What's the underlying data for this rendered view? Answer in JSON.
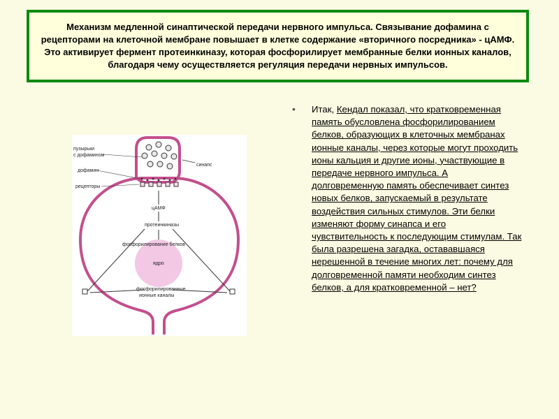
{
  "title": "Механизм медленной синаптической передачи нервного импульса. Связывание дофамина с рецепторами на клеточной мембране повышает в клетке содержание «вторичного посредника» - цАМФ. Это активирует фермент протеинкиназу, которая фосфорилирует мембранные белки ионных каналов, благодаря чему осуществляется регуляция передачи нервных импульсов.",
  "diagram": {
    "labels": {
      "vesicles_1": "пузырьки",
      "vesicles_2": "с дофамином",
      "dopamine": "дофамин",
      "receptors": "рецепторы",
      "synapse": "синапс",
      "camp": "цАМФ",
      "protein_kinases": "протеинкиназы",
      "phosphorylation": "фосфорилирование белков",
      "nucleus": "ядро",
      "channels_1": "фосфорилированные",
      "channels_2": "ионные каналы"
    }
  },
  "body": {
    "prefix": "Итак, ",
    "link_text": "Кендал показал, что кратковременная память обусловлена фосфорилированием белков, образующих в клеточных мембранах ионные каналы, через которые могут проходить ионы кальция и другие ионы, участвующие в передаче нервного импульса. А долговременную память обеспечивает синтез новых белков, запускаемый в результате воздействия сильных стимулов. Эти белки изменяют форму синапса и его чувствительность к последующим стимулам. Так была разрешена загадка, остававшаяся нерешенной в течение многих лет: почему для долговременной памяти необходим синтез белков, а для кратковременной – нет?"
  },
  "colors": {
    "border_green": "#0d8a10",
    "membrane": "#c34f8d",
    "nucleus": "#f2c8e5"
  }
}
